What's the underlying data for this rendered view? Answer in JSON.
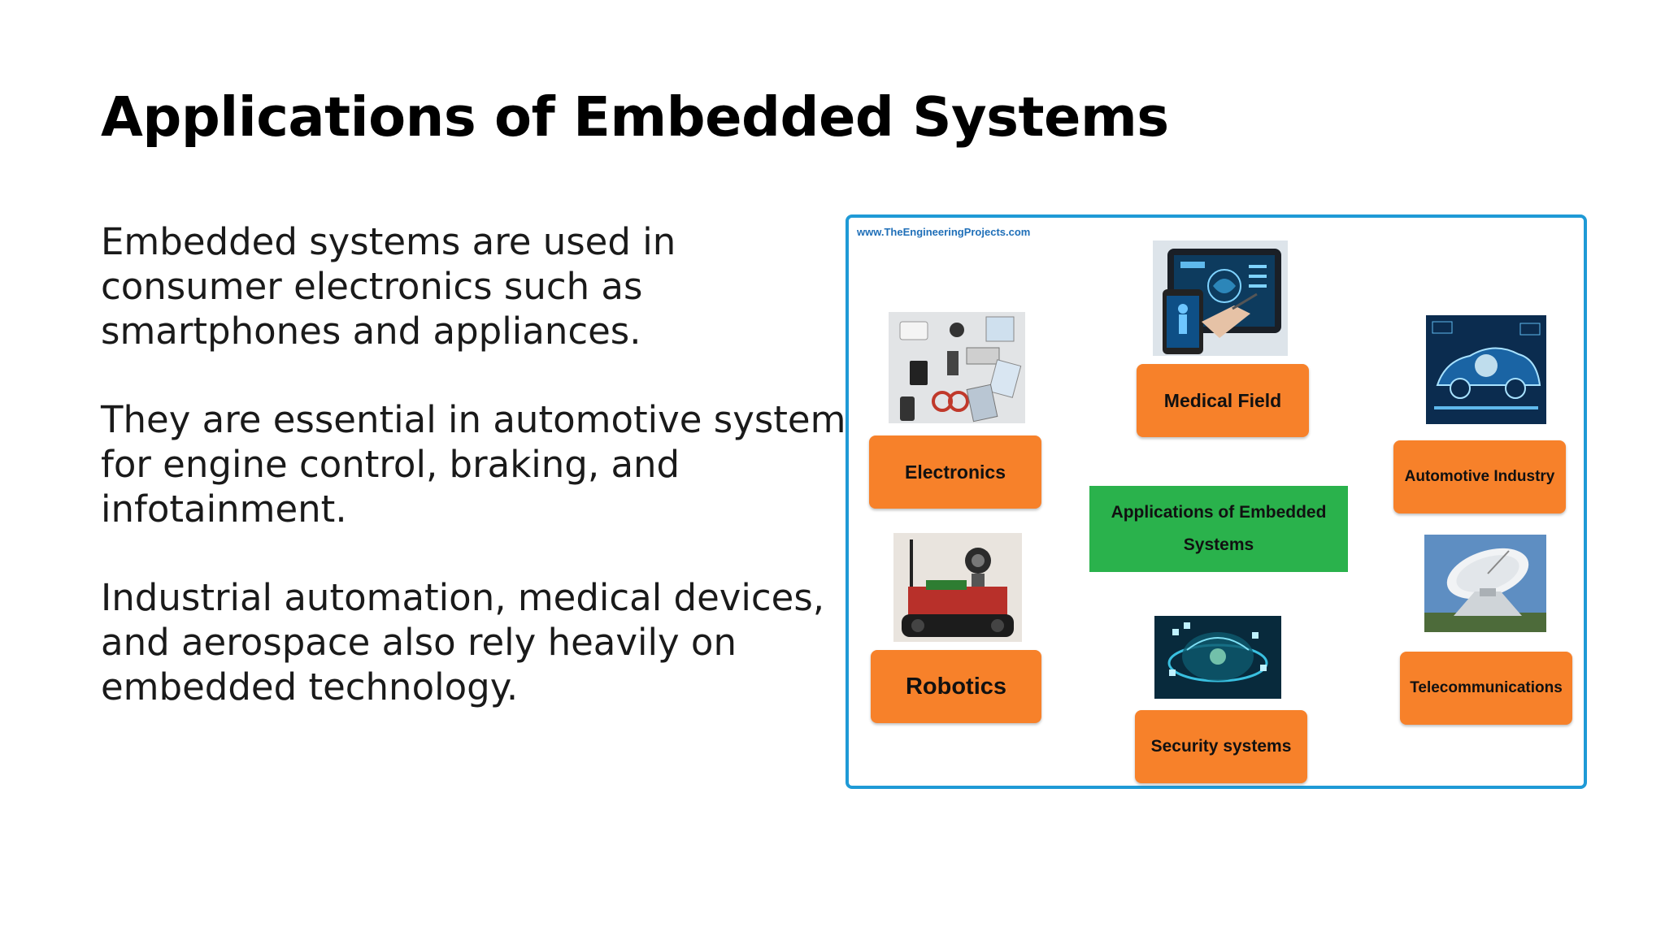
{
  "slide": {
    "title": "Applications of Embedded Systems",
    "paragraphs": [
      [
        "Embedded systems are used in",
        "consumer electronics such as",
        "smartphones and appliances."
      ],
      [
        "They are essential in automotive systems",
        "for engine control, braking, and",
        "infotainment."
      ],
      [
        "Industrial automation, medical devices,",
        "and aerospace also rely heavily on",
        "embedded technology."
      ]
    ]
  },
  "diagram": {
    "watermark": "www.TheEngineeringProjects.com",
    "center_label": [
      "Applications of Embedded",
      "Systems"
    ],
    "boxes": {
      "medical": "Medical Field",
      "electronics": "Electronics",
      "automotive": "Automotive Industry",
      "robotics": "Robotics",
      "telecom": "Telecommunications",
      "security": "Security systems"
    },
    "colors": {
      "border": "#1f9ad6",
      "box_orange": "#f7812a",
      "center_green": "#2ab24c"
    }
  }
}
